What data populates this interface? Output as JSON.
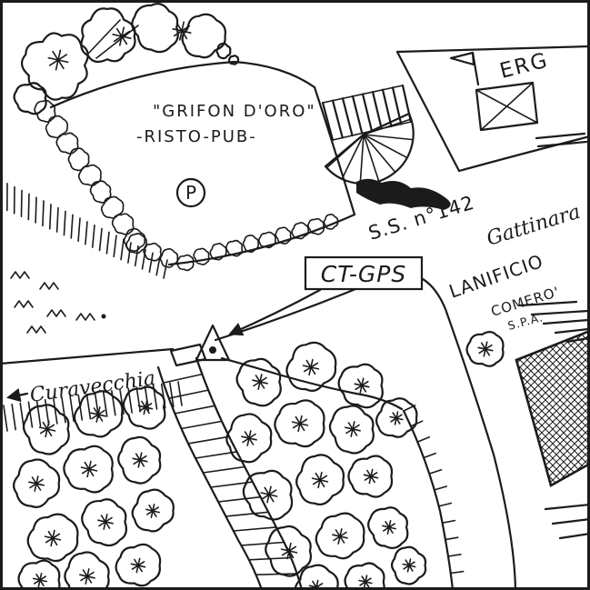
{
  "palette": {
    "ink": "#1b1b1b",
    "paper": "#ffffff"
  },
  "callout": {
    "label": "CT-GPS"
  },
  "pub": {
    "name": "\"GRIFON D'ORO\"",
    "subtitle": "-RISTO-PUB-",
    "parking_symbol": "P"
  },
  "roads": {
    "main": "S.S. n°142",
    "toward_gattinara": "Gattinara",
    "toward_curavecchia": "Curavecchia"
  },
  "fuel_station": {
    "brand": "ERG"
  },
  "factory": {
    "name_line1": "LANIFICIO",
    "name_line2": "COMERO'",
    "name_line3": "S.P.A."
  },
  "icons": {
    "gps_marker": "triangle-with-dot",
    "left_arrow": "arrow-left",
    "fuel_flag": "flag-triangle",
    "parking": "circled-P"
  }
}
